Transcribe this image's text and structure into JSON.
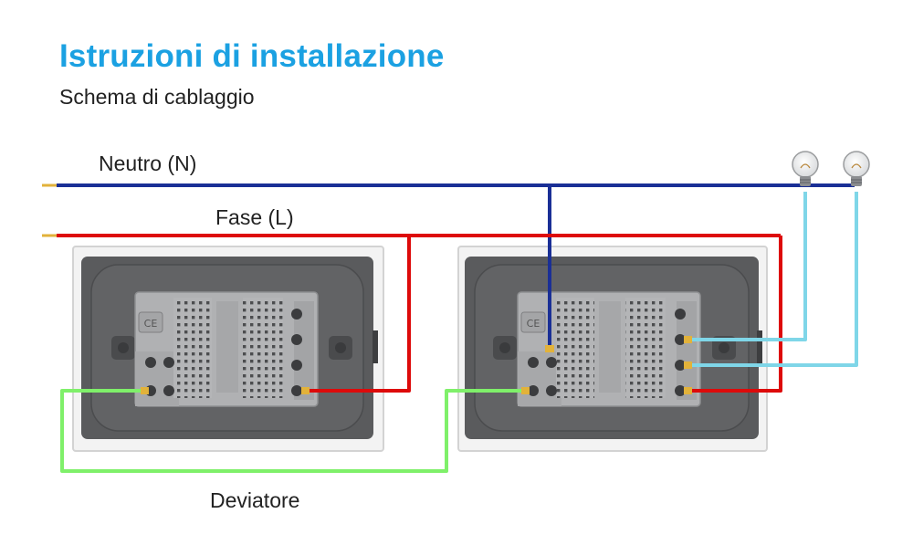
{
  "header": {
    "title": "Istruzioni di installazione",
    "subtitle": "Schema di cablaggio"
  },
  "labels": {
    "neutral": "Neutro (N)",
    "phase": "Fase (L)",
    "traveler": "Deviatore"
  },
  "colors": {
    "title": "#1ba1e2",
    "neutral_wire": "#1a2f96",
    "phase_wire": "#dd0a0a",
    "traveler_wire": "#7ff06a",
    "lamp_wire": "#7fd6e8",
    "plate": "#5a5b5d",
    "module": "#b0b1b3"
  },
  "icons": [
    "light-bulb-icon",
    "ce-mark-icon",
    "terminal-screw-icon"
  ]
}
